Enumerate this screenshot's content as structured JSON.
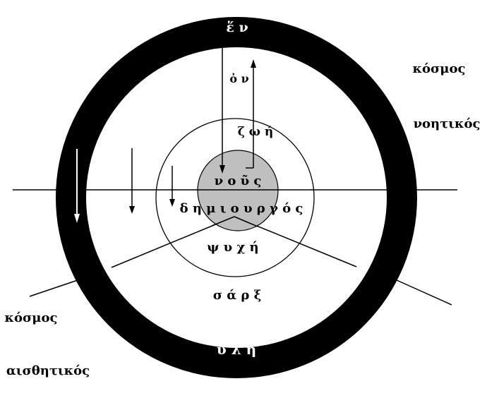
{
  "labels": {
    "hen": "ἕ ν",
    "on": "ὀ ν",
    "zoe": "ζ ω ή",
    "nous": "ν ο ῦ ς",
    "demiourgos": "δ η μ ι ο υ ρ γ ό ς",
    "psyche": "ψ υ χ ή",
    "sarx": "σ ά ρ ξ",
    "hyle": "ὕ λ ή",
    "kosmos_top": "κόσμος",
    "noetikos": "νοητικός",
    "kosmos_bottom": "κόσμος",
    "aisthetikos": "αισθητικός"
  },
  "colors": {
    "ring": "#000000",
    "core": "#bfbfbf",
    "on_ring_text": "#ffffff",
    "text": "#000000"
  }
}
